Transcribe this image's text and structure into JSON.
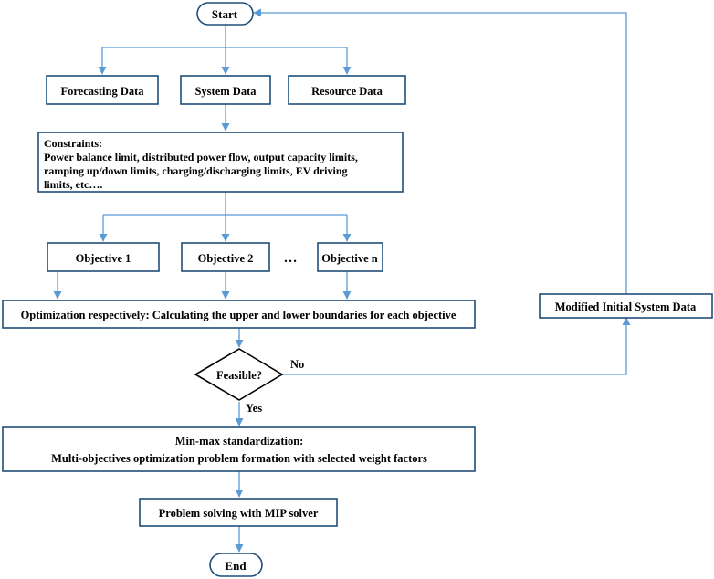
{
  "nodes": {
    "start": "Start",
    "forecasting": "Forecasting Data",
    "system": "System Data",
    "resource": "Resource Data",
    "constraints_title": "Constraints:",
    "constraints_lines": [
      "Power balance limit,  distributed power flow,  output capacity limits,",
      "ramping up/down limits,  charging/discharging limits,  EV driving",
      "limits,  etc…."
    ],
    "objective1": "Objective 1",
    "objective2": "Objective 2",
    "ellipsis": "…",
    "objectiven": "Objective n",
    "optimization": "Optimization respectively: Calculating the upper and lower boundaries for each objective",
    "modified": "Modified Initial System Data",
    "feasible": "Feasible?",
    "no": "No",
    "yes": "Yes",
    "minmax_line1": "Min-max standardization:",
    "minmax_line2": "Multi-objectives  optimization  problem formation with selected  weight factors",
    "solving": "Problem solving with MIP solver",
    "end": "End"
  },
  "colors": {
    "box_border": "#1f4e79",
    "connector": "#5b9bd5",
    "text": "#000000"
  }
}
